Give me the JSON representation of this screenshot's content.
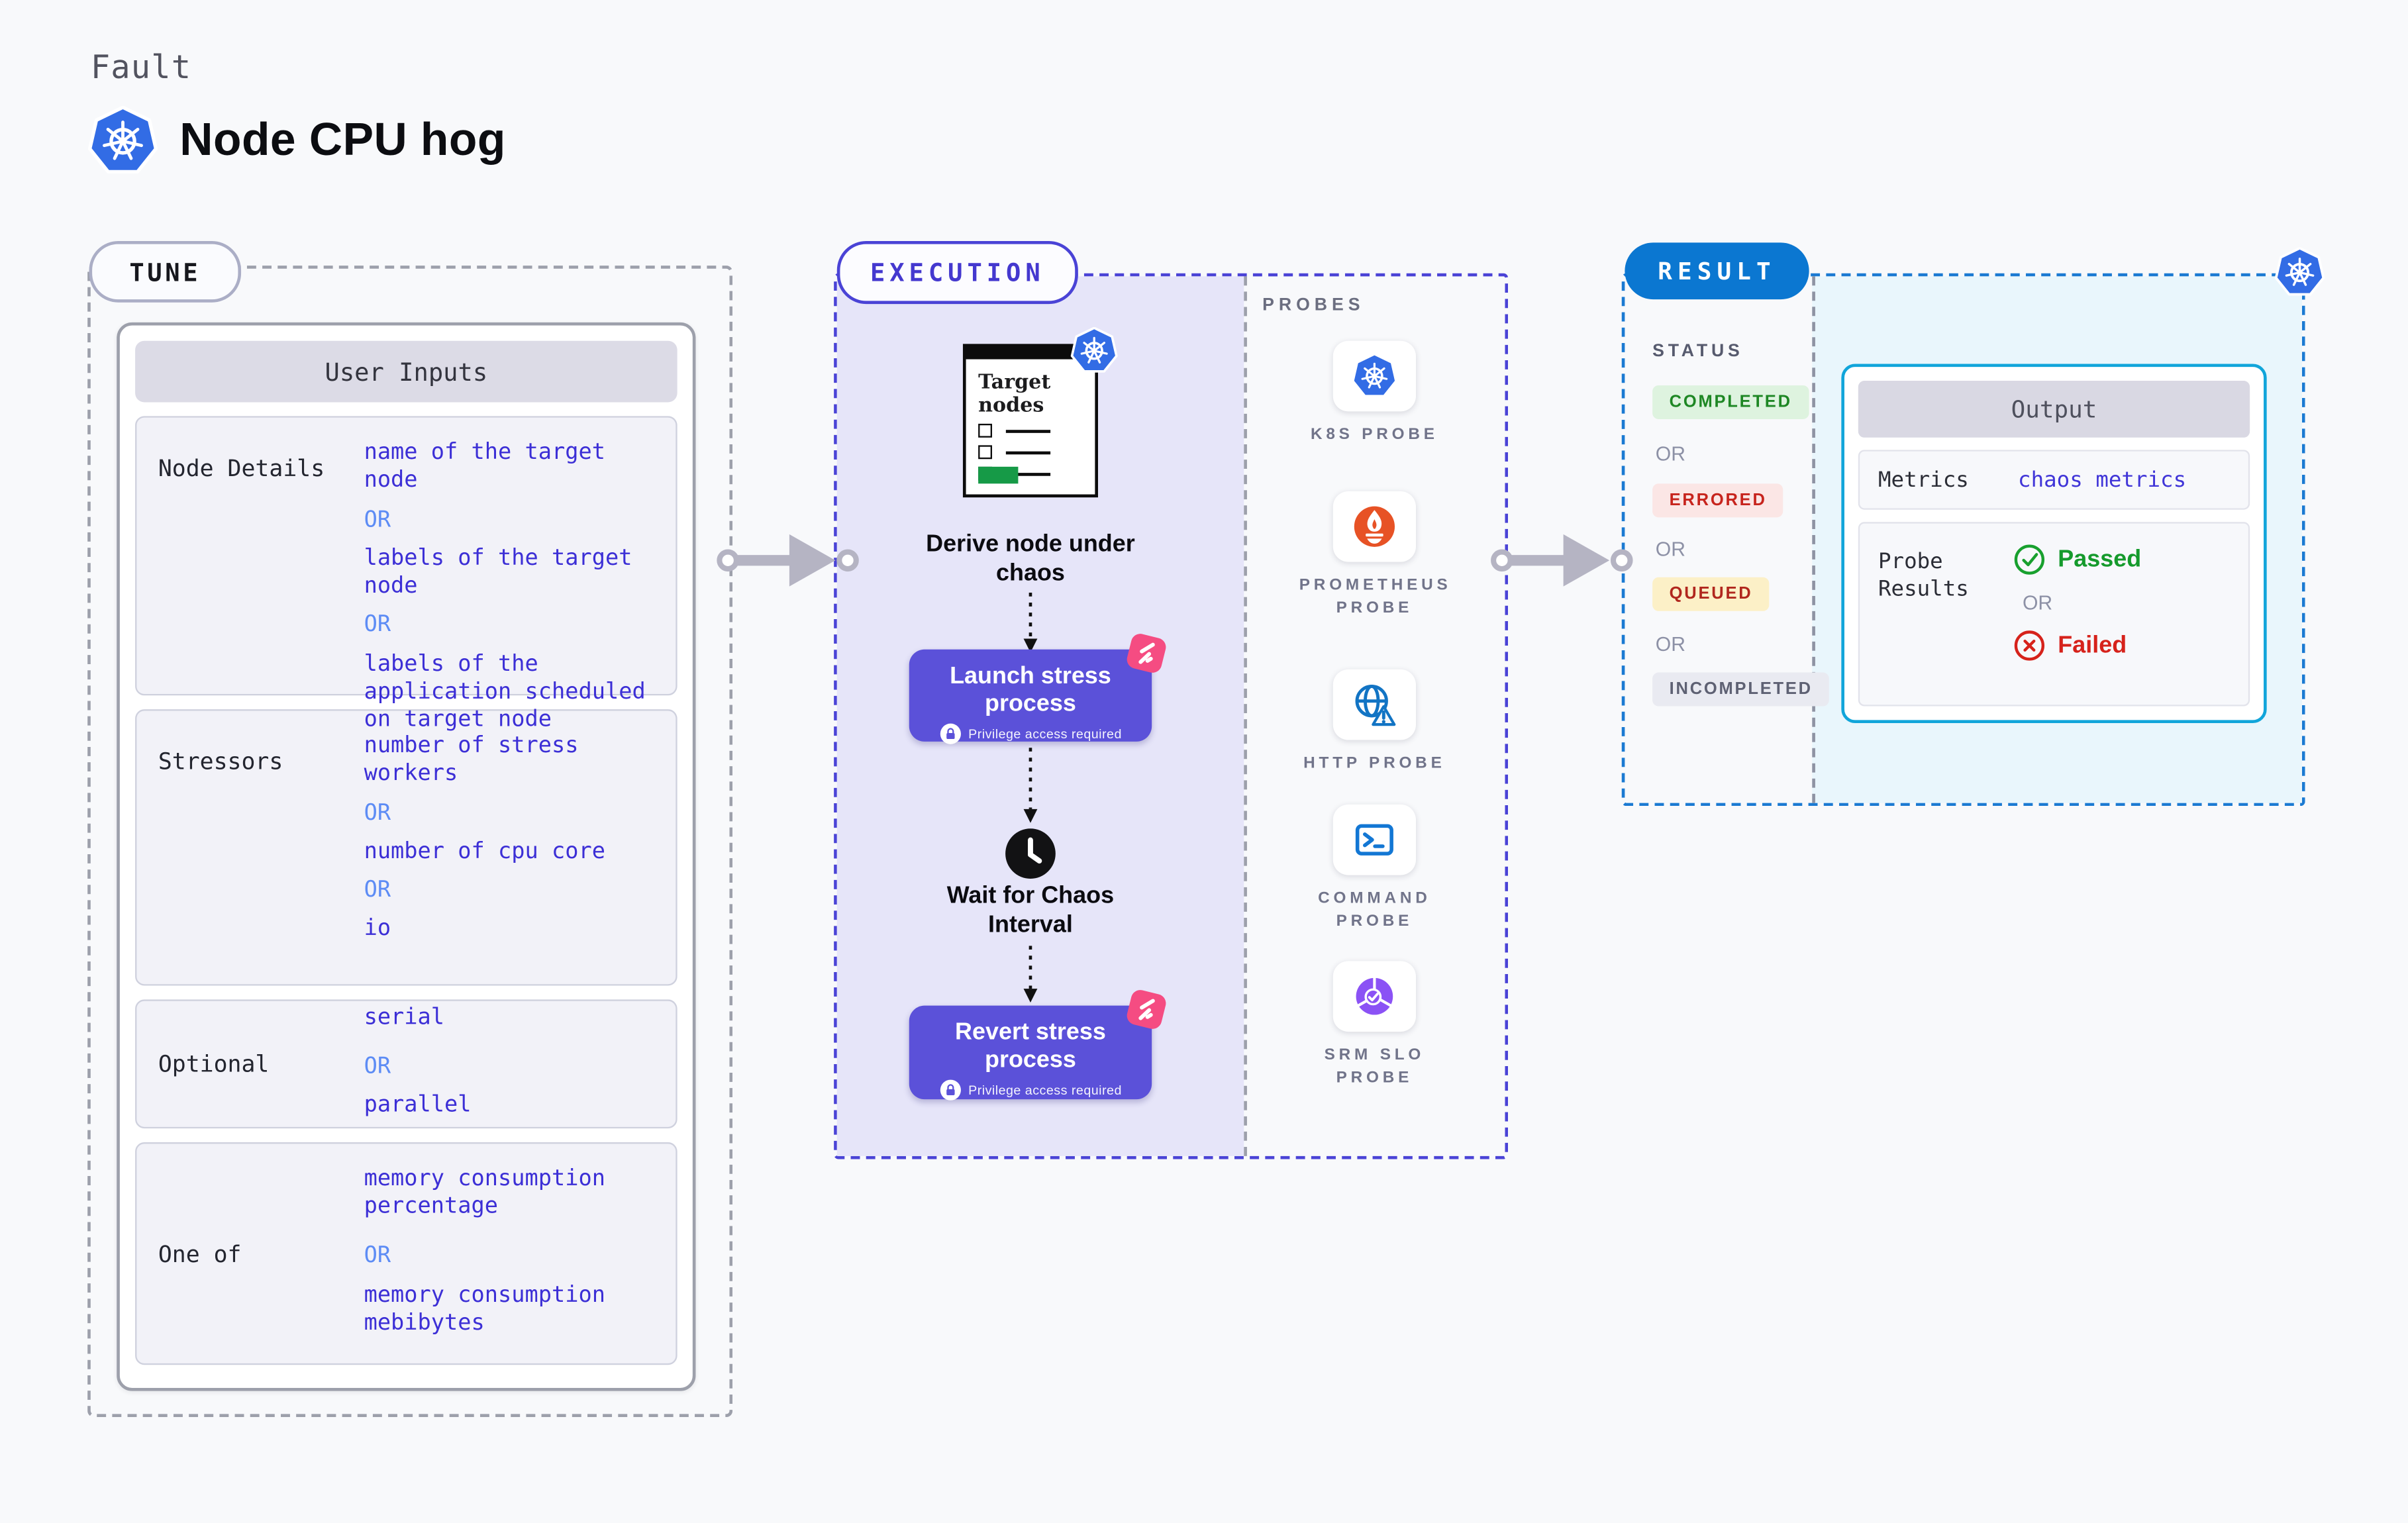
{
  "page": {
    "kicker": "Fault",
    "title": "Node CPU hog"
  },
  "labels": {
    "or": "OR"
  },
  "tune": {
    "badge": "TUNE",
    "table_title": "User Inputs",
    "rows": [
      {
        "label": "Node Details",
        "lines": [
          {
            "type": "value",
            "text": "name of the target node"
          },
          {
            "type": "or",
            "text": "OR"
          },
          {
            "type": "value",
            "text": "labels of the target node"
          },
          {
            "type": "or",
            "text": "OR"
          },
          {
            "type": "value",
            "text": "labels of the application scheduled on target node"
          }
        ]
      },
      {
        "label": "Stressors",
        "lines": [
          {
            "type": "value",
            "text": "number of stress workers"
          },
          {
            "type": "or",
            "text": "OR"
          },
          {
            "type": "value",
            "text": "number of cpu core"
          },
          {
            "type": "or",
            "text": "OR"
          },
          {
            "type": "value",
            "text": "io"
          }
        ]
      },
      {
        "label": "Optional",
        "lines": [
          {
            "type": "value",
            "text": "serial"
          },
          {
            "type": "or",
            "text": "OR"
          },
          {
            "type": "value",
            "text": "parallel"
          }
        ]
      },
      {
        "label": "One of",
        "lines": [
          {
            "type": "value",
            "text": "memory consumption percentage"
          },
          {
            "type": "or",
            "text": "OR"
          },
          {
            "type": "value",
            "text": "memory consumption mebibytes"
          }
        ]
      }
    ]
  },
  "execution": {
    "badge": "EXECUTION",
    "illustration_title": "Target nodes",
    "steps": {
      "derive": "Derive node under chaos",
      "launch": "Launch stress process",
      "launch_note": "Privilege access required",
      "wait": "Wait for Chaos Interval",
      "revert": "Revert stress process",
      "revert_note": "Privilege access required"
    },
    "probes": {
      "label": "PROBES",
      "items": [
        {
          "icon": "k8s-icon",
          "label": "K8S PROBE"
        },
        {
          "icon": "prometheus-icon",
          "label": "PROMETHEUS PROBE"
        },
        {
          "icon": "http-icon",
          "label": "HTTP PROBE"
        },
        {
          "icon": "command-icon",
          "label": "COMMAND PROBE"
        },
        {
          "icon": "srm-slo-icon",
          "label": "SRM SLO PROBE"
        }
      ]
    }
  },
  "result": {
    "badge": "RESULT",
    "status_label": "STATUS",
    "statuses": [
      "COMPLETED",
      "ERRORED",
      "QUEUED",
      "INCOMPLETED"
    ],
    "output": {
      "title": "Output",
      "metrics_label": "Metrics",
      "metrics_value": "chaos metrics",
      "probe_results_label": "Probe Results",
      "passed": "Passed",
      "failed": "Failed"
    }
  },
  "colors": {
    "page_bg": "#f8f9fb",
    "value_blue": "#3c2fd6",
    "or_blue": "#5d8cf5",
    "exec_purple": "#5b51d9",
    "exec_border": "#4a43d6",
    "exec_fill": "#e6e5f9",
    "result_blue": "#0b77d1",
    "result_fill": "#e9f6fc",
    "output_border": "#11a5da",
    "completed_green": "#1e8724",
    "errored_red": "#c7241d",
    "queued_amber_bg": "#fcf0c7",
    "passed_green": "#159a2c",
    "failed_red": "#d6221b",
    "k8s_blue": "#326ce5",
    "prometheus_orange": "#e75225",
    "pink_accent": "#f54c82",
    "arrow_gray": "#b5b4c3"
  }
}
